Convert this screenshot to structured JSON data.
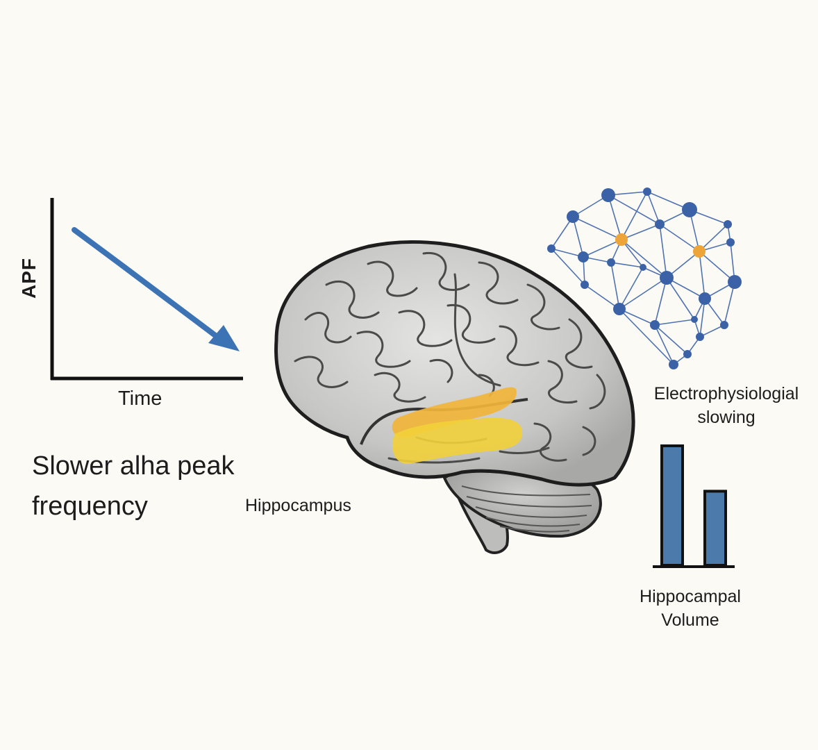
{
  "trend_plot": {
    "y_label": "APF",
    "x_label": "Time"
  },
  "apf_caption": "Slower alha peak frequency",
  "hippocampus_caption": "Hippocampus",
  "network_caption": "Electrophysiologial slowing",
  "volume_caption": "Hippocampal Volume",
  "volume_chart": {
    "type": "bar",
    "bars": 2,
    "values": [
      1.0,
      0.62
    ]
  },
  "colors": {
    "arrow": "#3c73b4",
    "node_blue": "#3b62a6",
    "node_orange": "#eda53a",
    "bar_fill": "#4c7bab",
    "brain": "#c8c8c6",
    "hippocampus": "#f2c533"
  }
}
